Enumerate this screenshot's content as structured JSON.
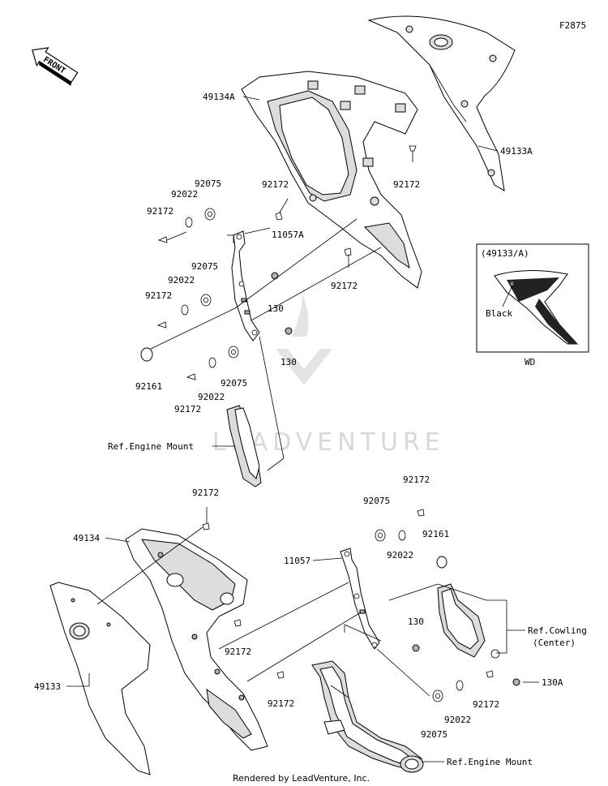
{
  "figure_code": "F2875",
  "front_arrow_text": "FRONT",
  "watermark_text": "LEADVENTURE",
  "footer_text": "Rendered by LeadVenture, Inc.",
  "inset": {
    "header": "(49133/A)",
    "color_label": "Black",
    "footer": "WD"
  },
  "labels": {
    "l_49134A": "49134A",
    "l_49133A": "49133A",
    "l_92172_t1": "92172",
    "l_92172_t2": "92172",
    "l_92172_t3": "92172",
    "l_92075_a": "92075",
    "l_92022_a": "92022",
    "l_92172_a": "92172",
    "l_11057A": "11057A",
    "l_92075_b": "92075",
    "l_92022_b": "92022",
    "l_92172_b": "92172",
    "l_130_a": "130",
    "l_130_b": "130",
    "l_92161_a": "92161",
    "l_92075_c": "92075",
    "l_92022_c": "92022",
    "l_92172_c": "92172",
    "l_ref_engine_top": "Ref.Engine Mount",
    "l_92172_m": "92172",
    "l_49134": "49134",
    "l_92172_d": "92172",
    "l_92075_d": "92075",
    "l_92022_d": "92022",
    "l_92161_b": "92161",
    "l_11057": "11057",
    "l_130_c": "130",
    "l_ref_cowling_1": "Ref.Cowling",
    "l_ref_cowling_2": "(Center)",
    "l_92172_e": "92172",
    "l_49133": "49133",
    "l_92172_f": "92172",
    "l_130A": "130A",
    "l_92172_g": "92172",
    "l_92022_e": "92022",
    "l_92075_e": "92075",
    "l_ref_engine_bottom": "Ref.Engine Mount"
  }
}
